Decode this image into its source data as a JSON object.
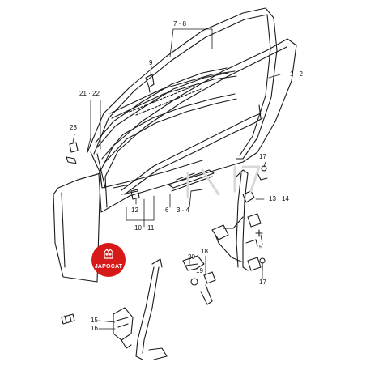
{
  "diagram": {
    "callouts": {
      "c_7_8": "7 · 8",
      "c_9": "9",
      "c_1_2": "1 · 2",
      "c_21_22": "21 · 22",
      "c_23": "23",
      "c_17_top": "17",
      "c_13_14": "13 · 14",
      "c_12": "12",
      "c_6": "6",
      "c_3_4": "3 · 4",
      "c_10_11": "10 · 11",
      "c_5": "5",
      "c_20": "20",
      "c_18": "18",
      "c_19": "19",
      "c_17_bottom": "17",
      "c_15": "15",
      "c_16": "16"
    }
  },
  "watermark": {
    "badge_text": "JAPOCAT",
    "badge_color": "#d61a1a"
  },
  "colors": {
    "line": "#1a1a1a",
    "background": "#ffffff"
  }
}
